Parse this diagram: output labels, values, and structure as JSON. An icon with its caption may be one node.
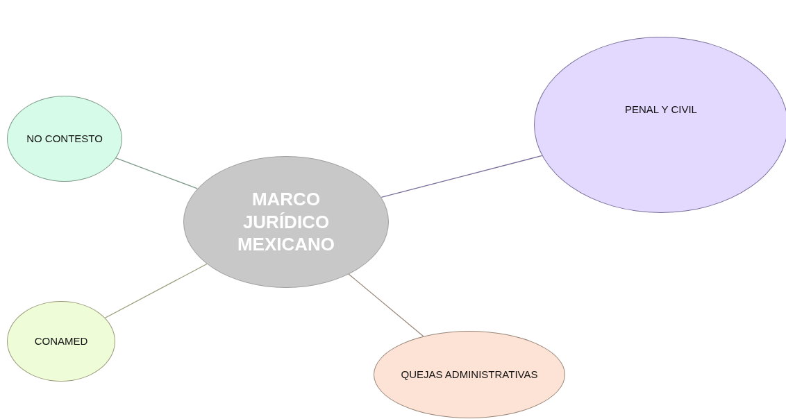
{
  "diagram": {
    "nodes": [
      {
        "text": [
          "MARCO JURÍDICO MEXICANO"
        ]
      },
      {
        "text": [
          "NO CONTESTO"
        ]
      },
      {
        "text": [
          "PENAL Y CIVIL"
        ]
      },
      {
        "text": [
          "CONAMED"
        ]
      },
      {
        "text": [
          "QUEJAS ADMINISTRATIVAS"
        ]
      }
    ],
    "edges": [
      {
        "from": 0,
        "to": 1,
        "arrow": "none",
        "color": "#7f9a8a"
      },
      {
        "from": 0,
        "to": 2,
        "arrow": "none",
        "color": "#7a6f9a"
      },
      {
        "from": 0,
        "to": 3,
        "arrow": "none",
        "color": "#9a9a7a"
      },
      {
        "from": 0,
        "to": 4,
        "arrow": "none",
        "color": "#9a887a"
      }
    ]
  }
}
